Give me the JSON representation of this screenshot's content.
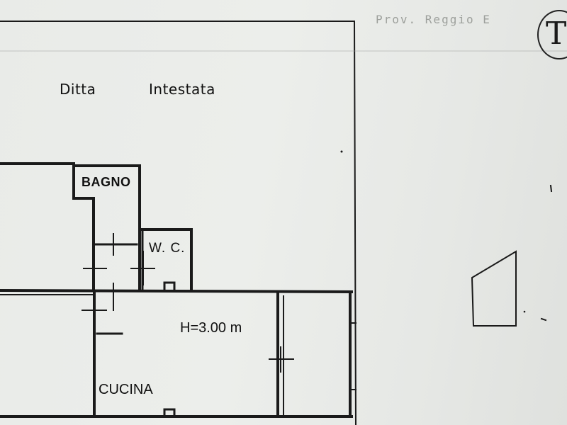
{
  "header": {
    "owner_label": "Ditta",
    "owner_value": "Intestata",
    "faint_header_text": "Prov. Reggio E"
  },
  "rooms": {
    "bathroom": "BAGNO",
    "wc": "W. C.",
    "kitchen": "CUCINA"
  },
  "ceiling_height": "H=3.00 m",
  "stamp_letter": "T",
  "colors": {
    "paper": "#eaece9",
    "ink": "#1a1a1a"
  }
}
